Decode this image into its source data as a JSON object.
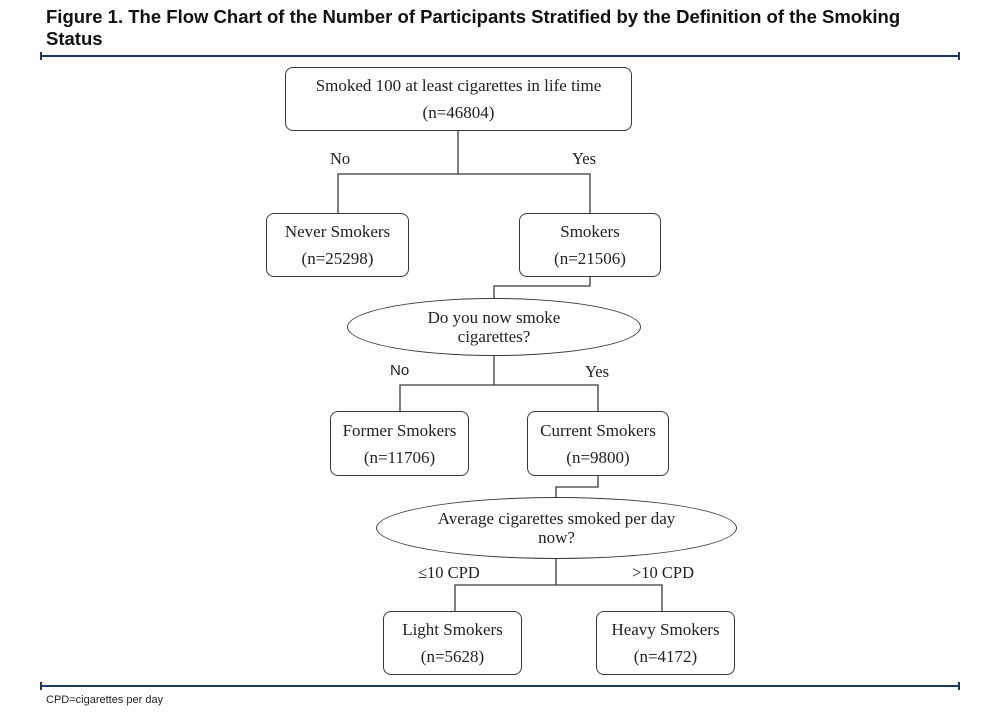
{
  "figure": {
    "title": "Figure 1. The Flow Chart of the Number of Participants Stratified by the Definition of the Smoking Status",
    "footnote": "CPD=cigarettes per day"
  },
  "nodes": {
    "root": {
      "label": "Smoked 100 at least cigarettes in life time",
      "count": "(n=46804)"
    },
    "never": {
      "label": "Never Smokers",
      "count": "(n=25298)"
    },
    "smokers": {
      "label": "Smokers",
      "count": "(n=21506)"
    },
    "q_now": {
      "text": "Do you now smoke cigarettes?"
    },
    "former": {
      "label": "Former Smokers",
      "count": "(n=11706)"
    },
    "current": {
      "label": "Current Smokers",
      "count": "(n=9800)"
    },
    "q_cpd": {
      "text": "Average cigarettes smoked per day now?"
    },
    "light": {
      "label": "Light Smokers",
      "count": "(n=5628)"
    },
    "heavy": {
      "label": "Heavy Smokers",
      "count": "(n=4172)"
    }
  },
  "branches": {
    "root_no": "No",
    "root_yes": "Yes",
    "now_no": "No",
    "now_yes": "Yes",
    "cpd_low": "≤10 CPD",
    "cpd_high": ">10 CPD"
  }
}
